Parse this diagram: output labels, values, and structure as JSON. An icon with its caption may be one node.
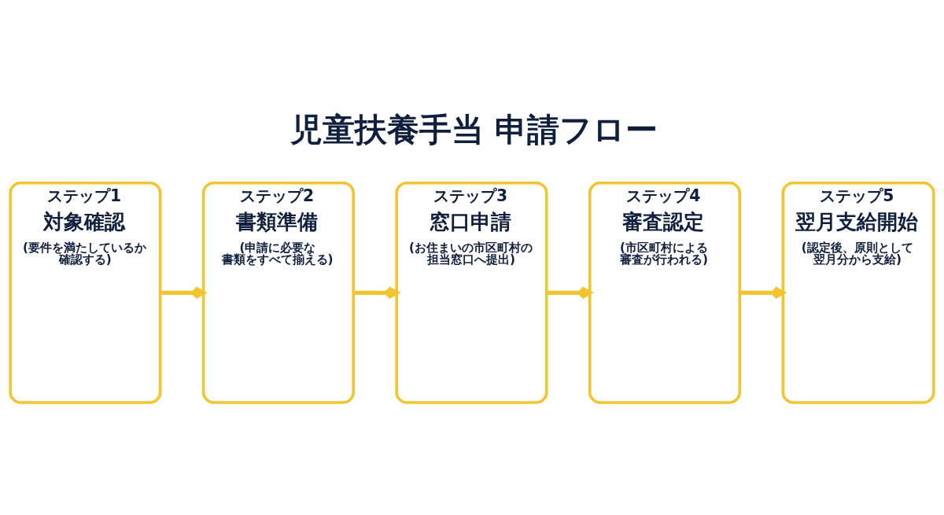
{
  "diagram": {
    "title": "児童扶養手当 申請フロー",
    "nodes": [
      {
        "text": [
          "ステップ1",
          "対象確認",
          "(要件を満たしているか確認する)"
        ]
      },
      {
        "text": [
          "ステップ2",
          "書類準備",
          "(申請に必要な書類をすべて揃える)"
        ]
      },
      {
        "text": [
          "ステップ3",
          "窓口申請",
          "(お住まいの市区町村の担当窓口へ提出)"
        ]
      },
      {
        "text": [
          "ステップ4",
          "審査認定",
          "(市区町村による審査が行われる)"
        ]
      },
      {
        "text": [
          "ステップ5",
          "翌月支給開始",
          "(認定後、原則として翌月分から支給)"
        ]
      }
    ],
    "edges": [
      {
        "from": 0,
        "to": 1,
        "arrow": "to"
      },
      {
        "from": 1,
        "to": 2,
        "arrow": "to"
      },
      {
        "from": 2,
        "to": 3,
        "arrow": "to"
      },
      {
        "from": 3,
        "to": 4,
        "arrow": "to"
      }
    ]
  }
}
